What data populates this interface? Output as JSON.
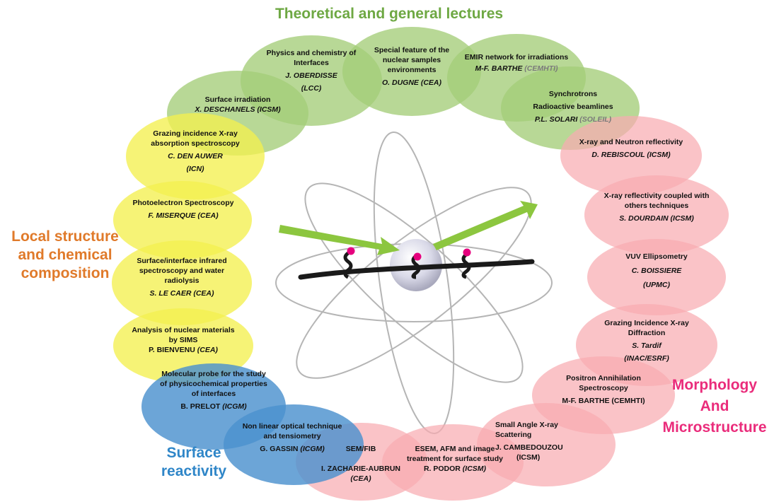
{
  "categories": {
    "theoretical": "Theoretical and general lectures",
    "local": "Local structure and chemical composition",
    "morphology": "Morphology And Microstructure",
    "surface": "Surface reactivity"
  },
  "colors": {
    "green": "#a8cf7c",
    "yellow": "#f2ef5b",
    "pink": "#f8b2b6",
    "blue": "#5b9bd2",
    "arrow": "#8cc63f",
    "atom_dot": "#e6007e"
  },
  "lectures": {
    "interfaces": {
      "title": "Physics and chemistry of Interfaces",
      "person": "J. OBERDISSE",
      "aff": "(LCC)"
    },
    "nuclear_env": {
      "title": "Special feature of the nuclear samples environments",
      "person": "O. DUGNE (CEA)"
    },
    "emir": {
      "title": "EMIR network for irradiations",
      "person": "M-F. BARTHE",
      "aff": "(CEMHTI)"
    },
    "synchrotrons": {
      "title1": "Synchrotrons",
      "title2": "Radioactive beamlines",
      "person": "P.L. SOLARI",
      "aff": "(SOLEIL)"
    },
    "irradiation": {
      "title": "Surface irradiation",
      "person": "X. DESCHANELS (ICSM)"
    }
  },
  "local": {
    "grazing_xas": {
      "title": "Grazing incidence X-ray absorption spectroscopy",
      "person": "C. DEN AUWER",
      "aff": "(ICN)"
    },
    "photoelectron": {
      "title": "Photoelectron Spectroscopy",
      "person": "F. MISERQUE (CEA)"
    },
    "infrared": {
      "title": "Surface/interface infrared spectroscopy and water radiolysis",
      "person": "S. LE CAER (CEA)"
    },
    "sims": {
      "title": "Analysis of nuclear materials by SIMS",
      "person": "P. BIENVENU",
      "aff": "(CEA)"
    }
  },
  "morphology": {
    "xn_reflect": {
      "title": "X-ray and Neutron reflectivity",
      "person": "D. REBISCOUL (ICSM)"
    },
    "xr_coupled": {
      "title": "X-ray reflectivity coupled with others techniques",
      "person": "S. DOURDAIN (ICSM)"
    },
    "vuv": {
      "title": "VUV Ellipsometry",
      "person": "C. BOISSIERE",
      "aff": "(UPMC)"
    },
    "gixd": {
      "title": "Grazing Incidence X-ray Diffraction",
      "person": "S. Tardif",
      "aff": "(INAC/ESRF)"
    },
    "positron": {
      "title": "Positron Annihilation Spectroscopy",
      "person": "M-F. BARTHE (CEMHTI)"
    },
    "saxs": {
      "title": "Small Angle X-ray Scattering",
      "person": "J. CAMBEDOUZOU",
      "aff": "(ICSM)"
    },
    "esem": {
      "title": "ESEM, AFM and image treatment for surface study",
      "person": "R. PODOR",
      "aff": "(ICSM)"
    },
    "semfib": {
      "title": "SEM/FIB",
      "person": "I. ZACHARIE-AUBRUN",
      "aff": "(CEA)"
    }
  },
  "surface": {
    "molecular": {
      "title": "Molecular probe for the study of physicochemical properties of interfaces",
      "person": "B. PRELOT",
      "aff": "(ICGM)"
    },
    "nonlinear": {
      "title": "Non linear optical technique and tensiometry",
      "person": "G. GASSIN",
      "aff": "(ICGM)"
    }
  }
}
